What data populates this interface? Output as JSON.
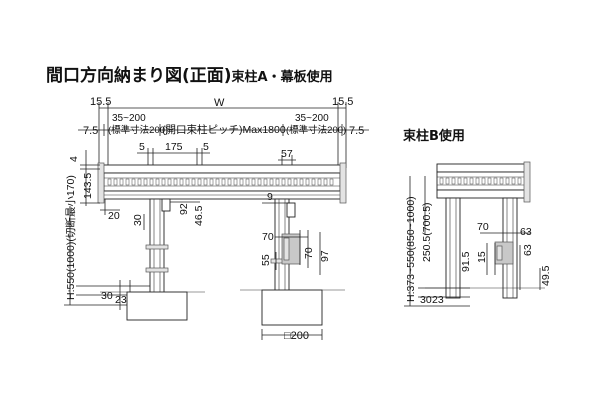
{
  "titles": {
    "main": "間口方向納まり図(正面)",
    "main_suffix": "束柱A・幕板使用",
    "secondary": "束柱B使用"
  },
  "labels": {
    "w": "W",
    "left_15_5": "15.5",
    "right_15_5": "15.5",
    "range_left": "35~200",
    "range_right": "35~200",
    "std_left": "(標準寸法200)",
    "std_right": "(標準寸法200)",
    "pitch": "(開口束柱ピッチ)Max1800",
    "left_7_5": "7.5",
    "right_7_5": "7.5",
    "d5_left": "5",
    "d175": "175",
    "d5_mid": "5",
    "d57": "57",
    "d4": "4",
    "d143_5": "143.5",
    "d20": "20",
    "d30_post": "30",
    "d92": "92",
    "d46_5": "46.5",
    "d9": "9",
    "d70_top": "70",
    "d70_right": "70",
    "d97": "97",
    "d55": "55",
    "d30_bottom": "30",
    "d23": "23",
    "h_left": "H:550(1000)(切断最小170)",
    "sq200": "□200",
    "b_h": "H:373~550(850~1000)",
    "b_250_5": "250.5(700.5)",
    "b_70_top": "70",
    "b_63_top": "63",
    "b_91_5": "91.5",
    "b_15": "15",
    "b_63_right": "63",
    "b_49_5": "49.5",
    "b_30": "30",
    "b_23": "23"
  }
}
